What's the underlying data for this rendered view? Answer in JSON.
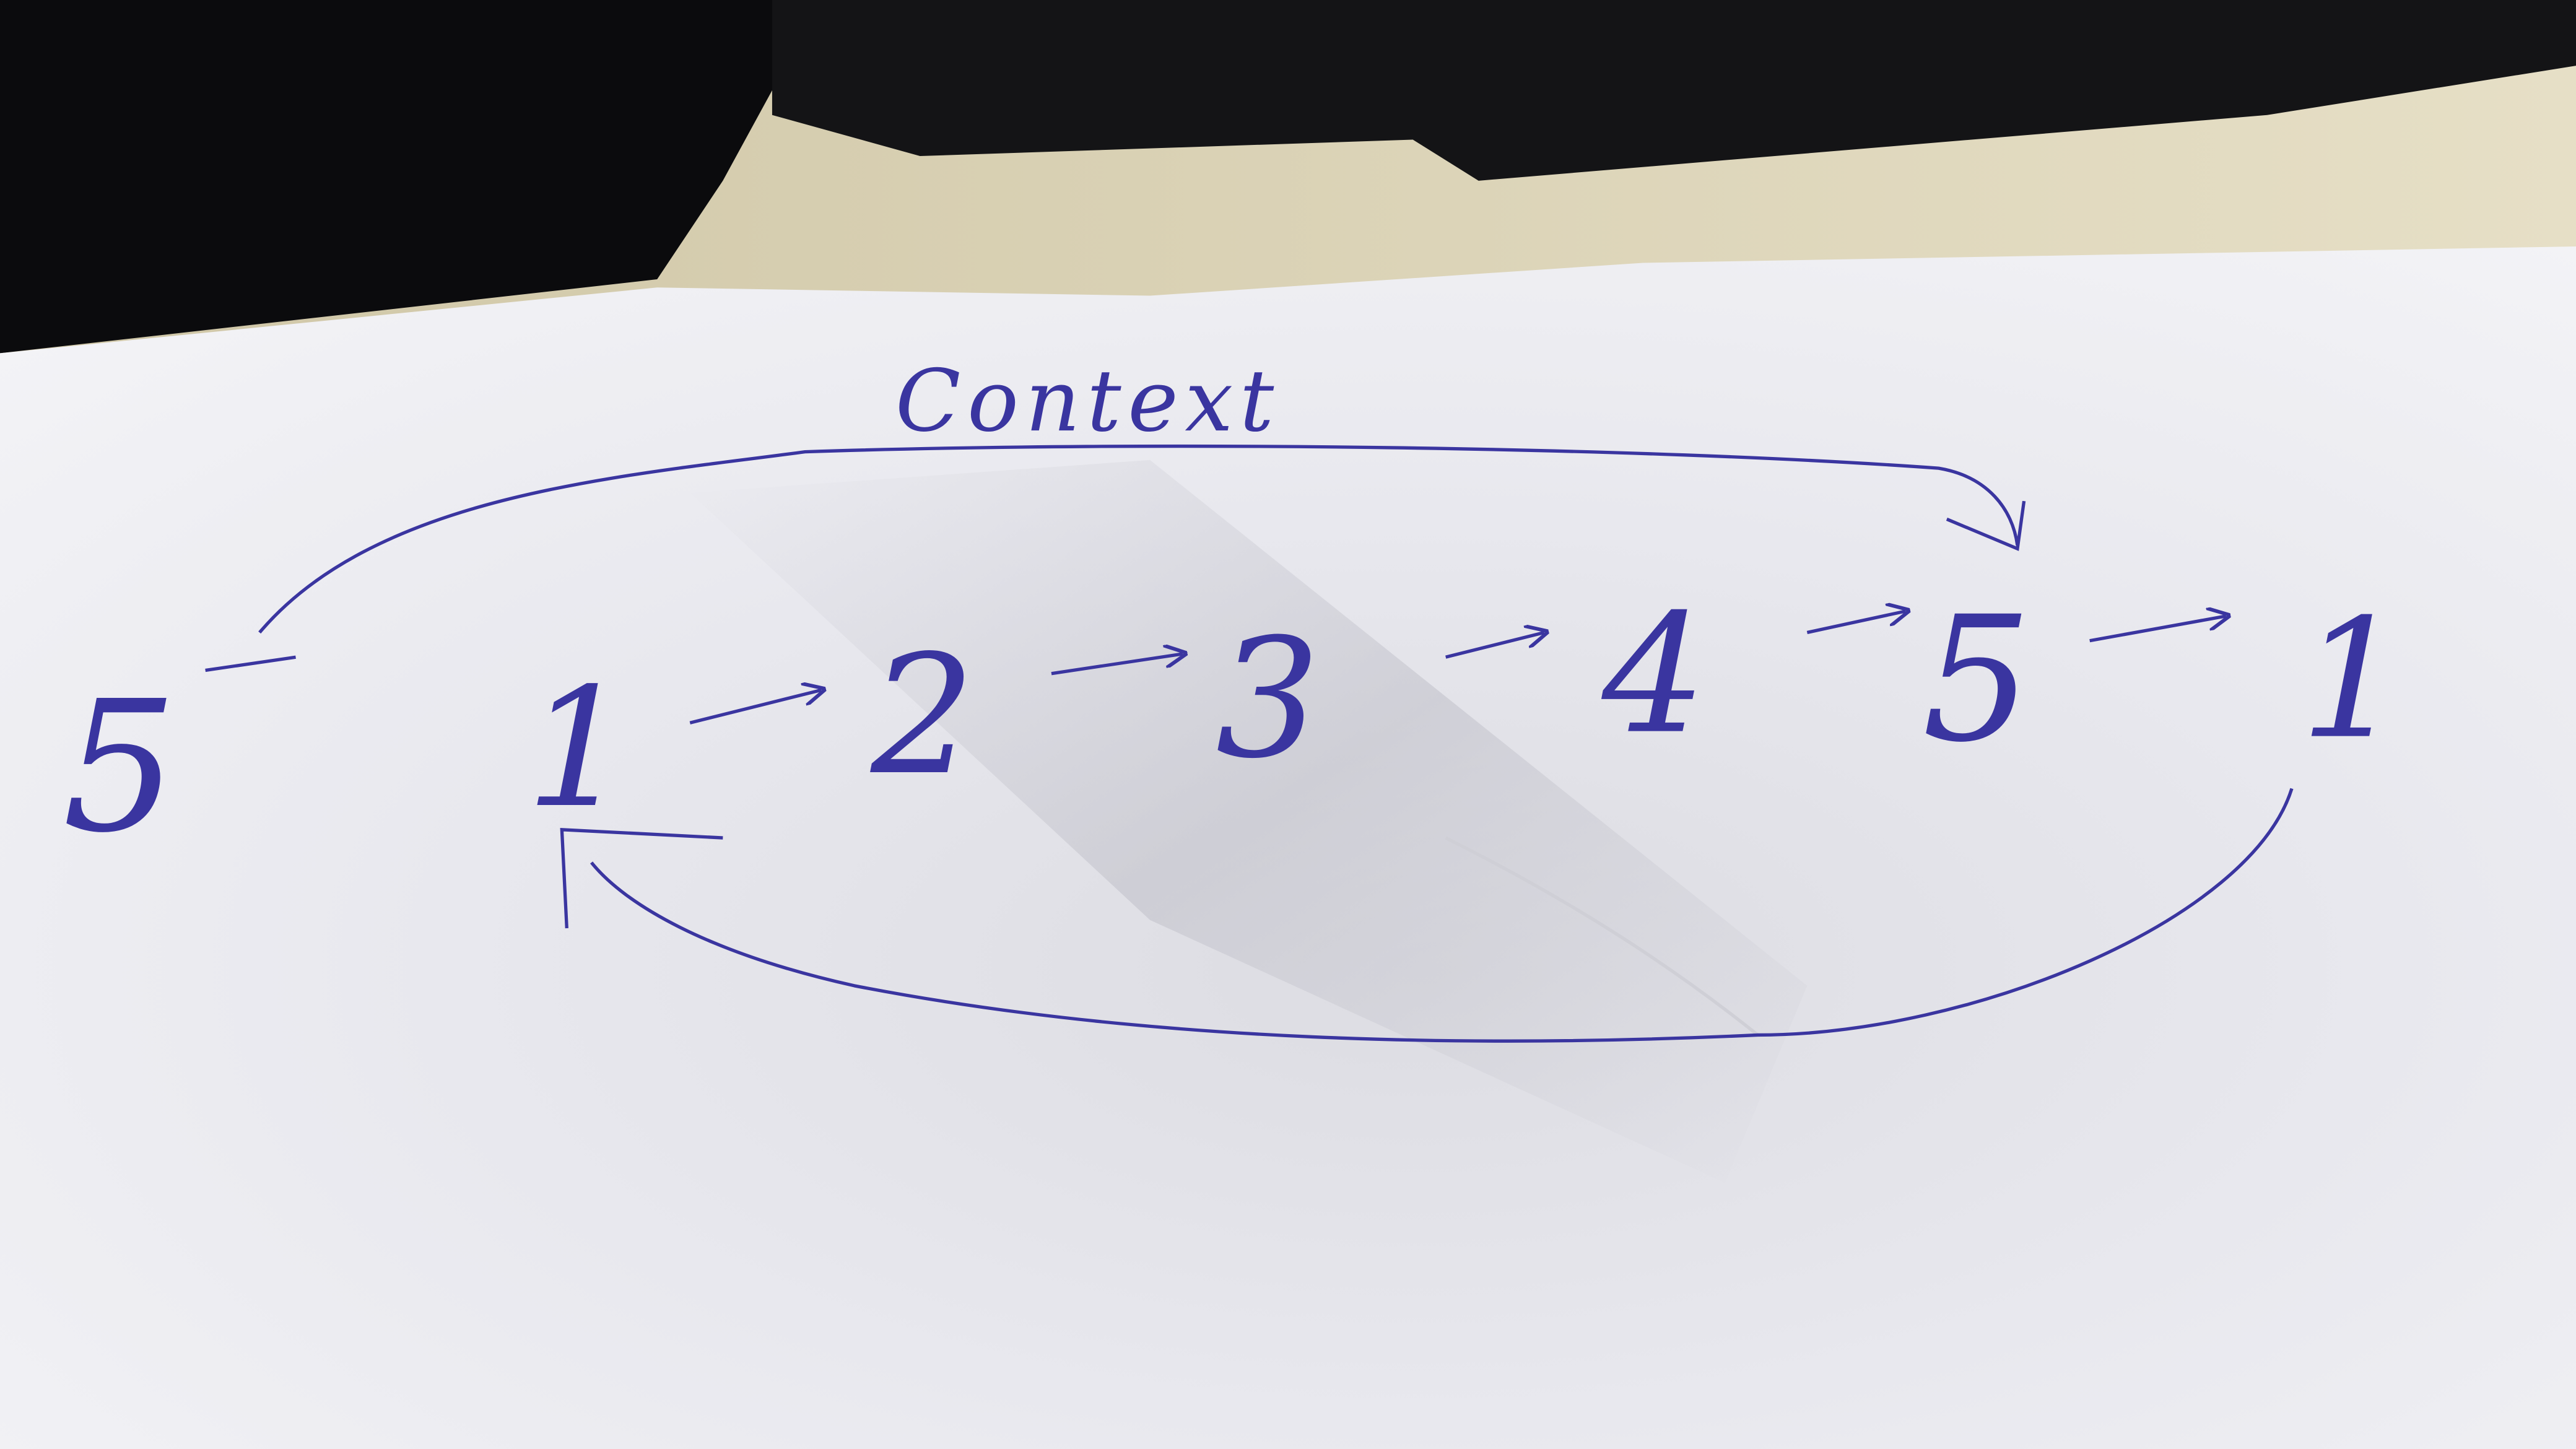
{
  "photo": {
    "subject": "handwritten diagram on paper",
    "ink_color": "#3a35a0",
    "paper_color": "#eeeef2",
    "desk_color": "#d9cfb0",
    "dark_object_color": "#0e0e10"
  },
  "diagram": {
    "context_label": "Context",
    "sequence": [
      "5",
      "1",
      "2",
      "3",
      "4",
      "5",
      "1"
    ],
    "arrows": [
      "1→2",
      "2→3",
      "3→4",
      "4→5",
      "5→1"
    ],
    "curves": [
      {
        "name": "context-arrow",
        "from": "leading-5",
        "to": "trailing-5",
        "label": "Context"
      },
      {
        "name": "return-arrow",
        "from": "trailing-1",
        "to": "leading-1"
      }
    ]
  }
}
